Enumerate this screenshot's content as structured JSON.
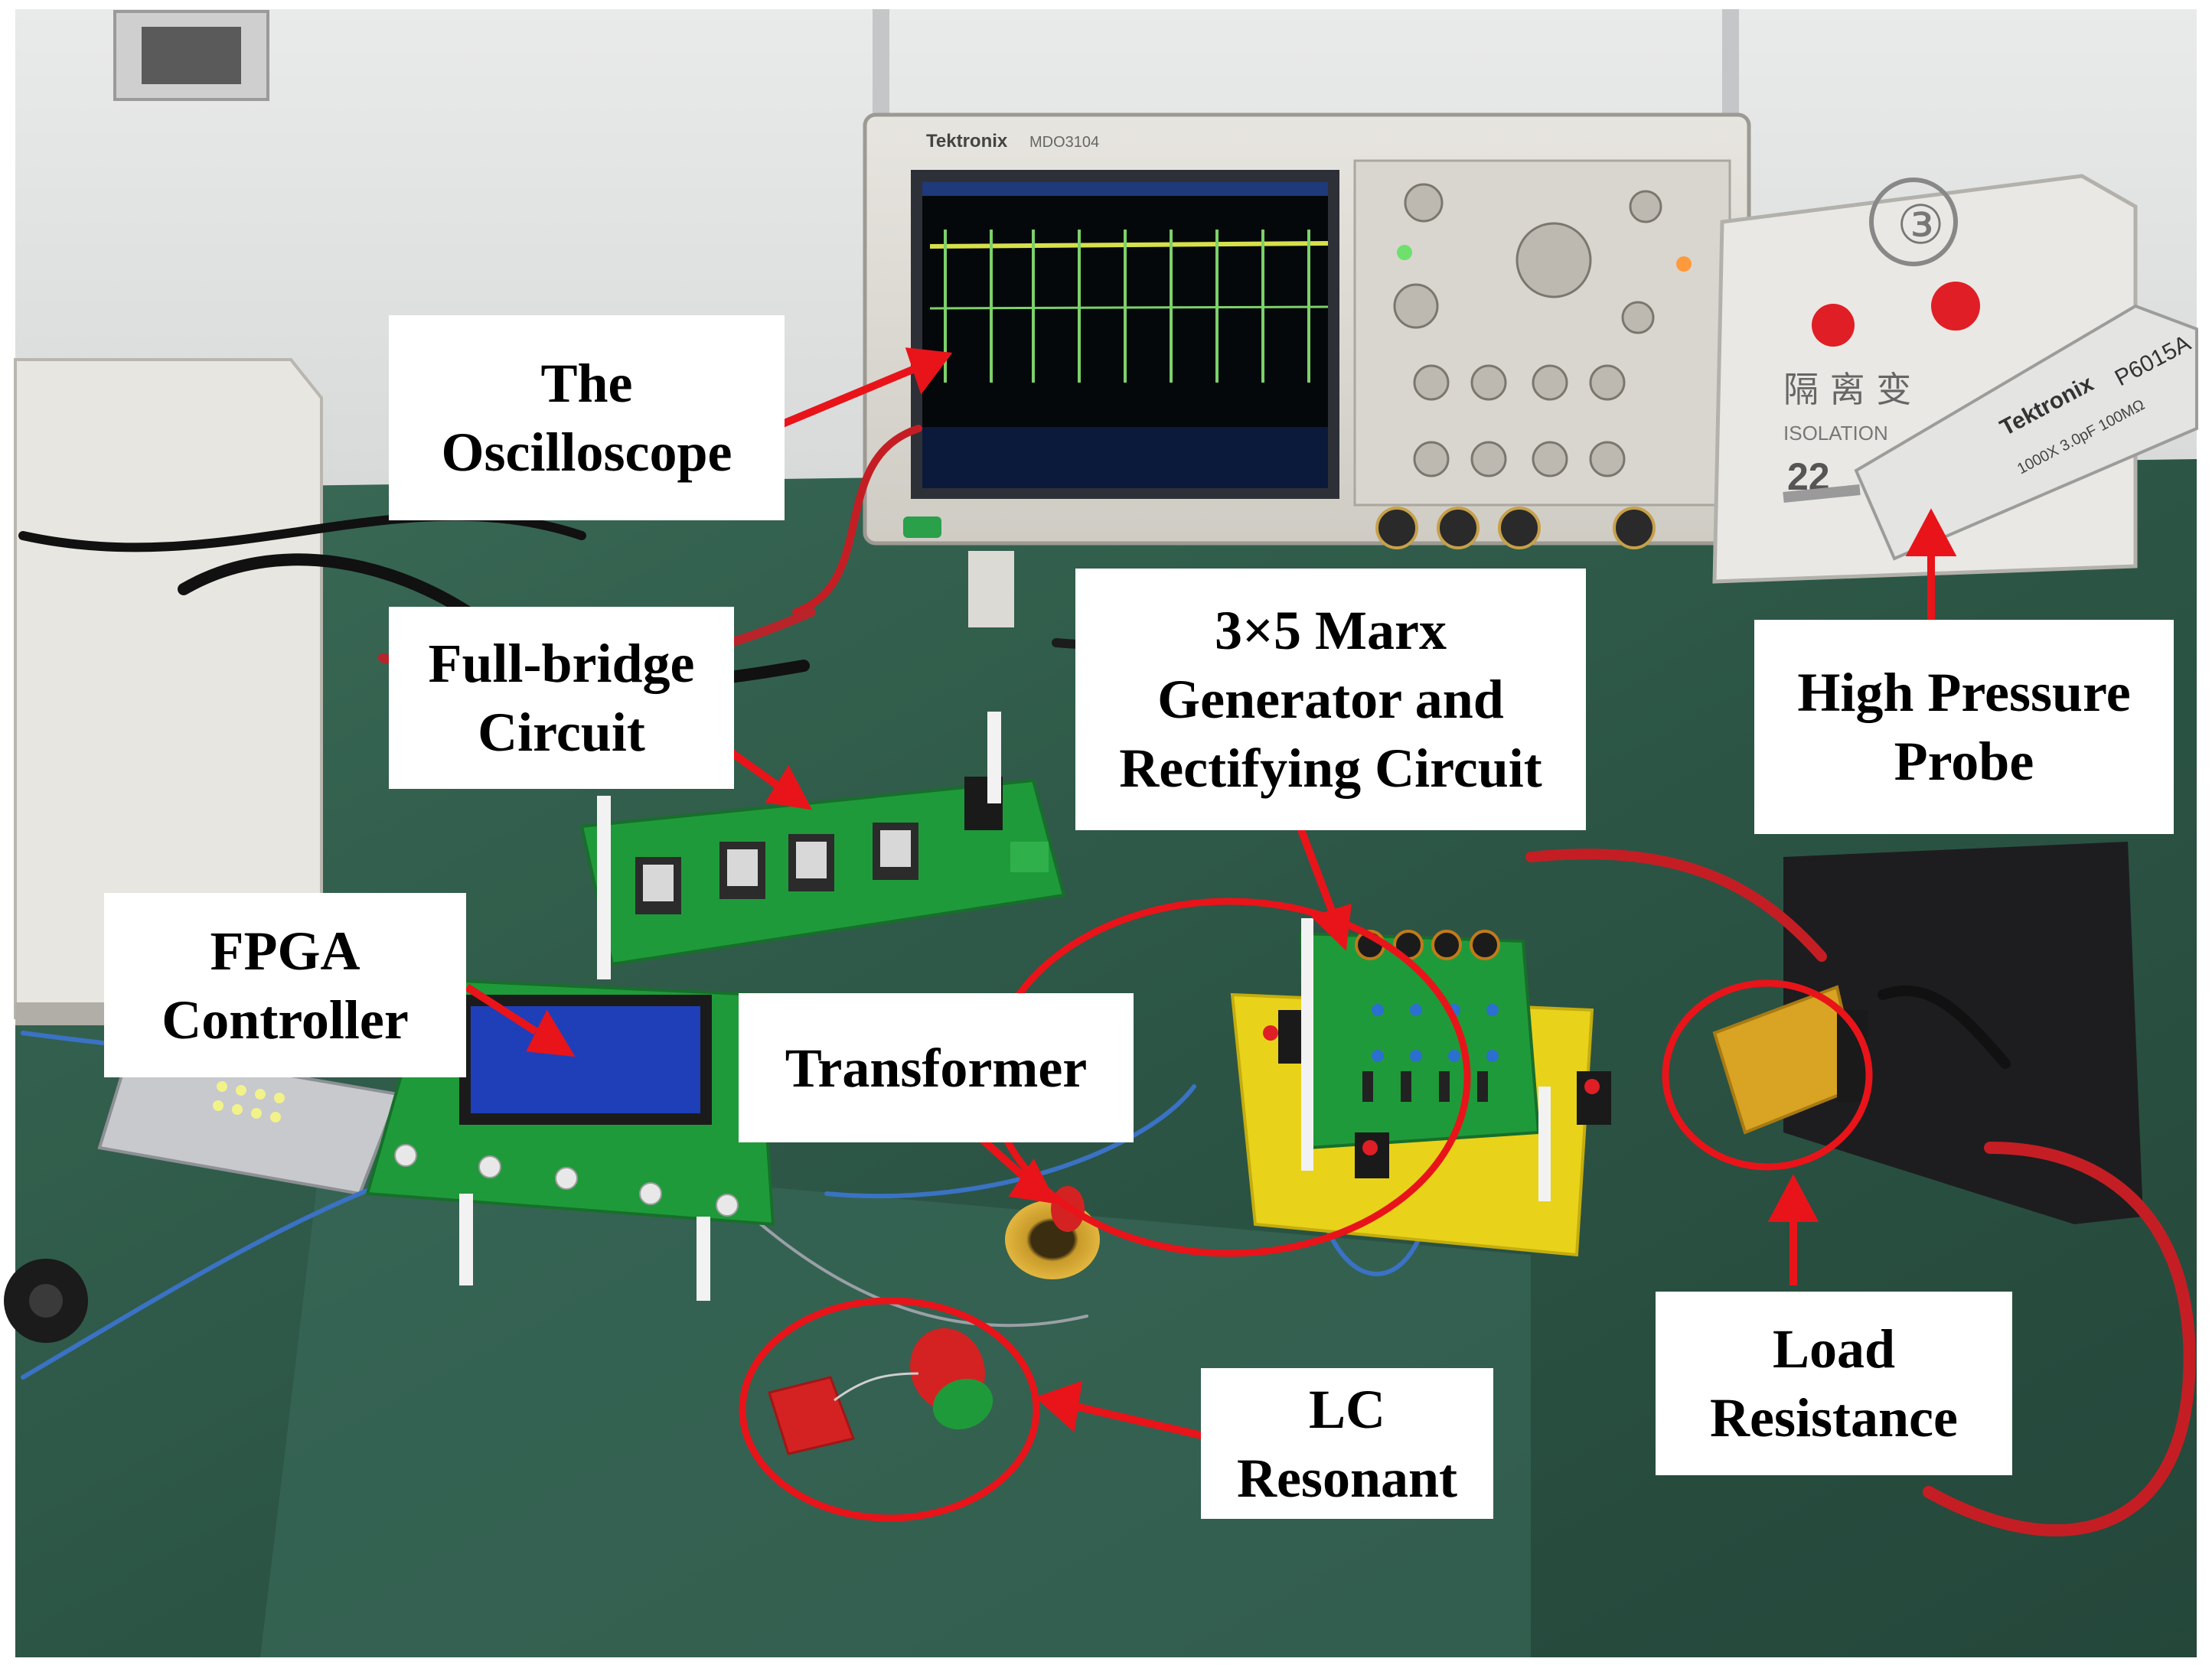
{
  "labels": {
    "oscilloscope": [
      "The",
      "Oscilloscope"
    ],
    "full_bridge": [
      "Full-bridge",
      "Circuit"
    ],
    "marx": [
      "3×5 Marx",
      "Generator and",
      "Rectifying Circuit"
    ],
    "probe": [
      "High Pressure",
      "Probe"
    ],
    "fpga": [
      "FPGA",
      "Controller"
    ],
    "transformer": [
      "Transformer"
    ],
    "lc": [
      "LC",
      "Resonant"
    ],
    "load": [
      "Load",
      "Resistance"
    ]
  },
  "device_text": {
    "scope_brand": "Tektronix",
    "scope_model": "MDO3104",
    "probe_brand": "Tektronix",
    "probe_model": "P6015A",
    "probe_spec": "1000X 3.0pF 100MΩ",
    "isolation_number": "③",
    "isolation_chars": "隔 离 变",
    "isolation_en": "ISOLATION",
    "isolation_value": "22"
  },
  "colors": {
    "annotation_red": "#e8141a",
    "bench_green": "#2f5b4a",
    "pcb_green": "#1f9a3a",
    "lcd_blue": "#1f3fb8",
    "scope_trace_yellow": "#d7e04a",
    "scope_trace_green": "#7cd16a"
  }
}
